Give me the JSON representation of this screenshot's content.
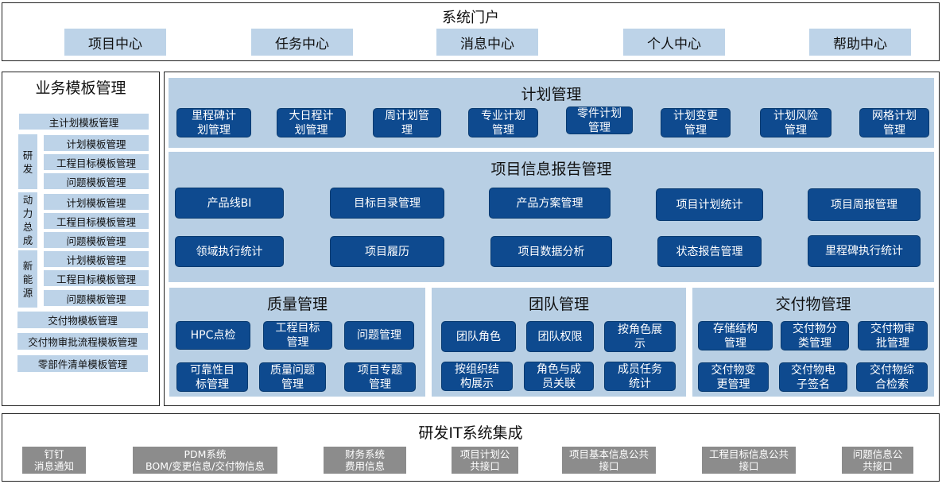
{
  "portal": {
    "title": "系统门户",
    "items": [
      "项目中心",
      "任务中心",
      "消息中心",
      "个人中心",
      "帮助中心"
    ]
  },
  "template_mgmt": {
    "title": "业务模板管理",
    "main_plan": "主计划模板管理",
    "groups": [
      {
        "label": "研\n发",
        "items": [
          "计划模板管理",
          "工程目标模板管理",
          "问题模板管理"
        ]
      },
      {
        "label": "动\n力\n总\n成",
        "items": [
          "计划模板管理",
          "工程目标模板管理",
          "问题模板管理"
        ]
      },
      {
        "label": "新\n能\n源",
        "items": [
          "计划模板管理",
          "工程目标模板管理",
          "问题模板管理"
        ]
      }
    ],
    "bottom": [
      "交付物模板管理",
      "交付物审批流程模板管理",
      "零部件清单模板管理"
    ]
  },
  "plan_mgmt": {
    "title": "计划管理",
    "items": [
      "里程碑计\n划管理",
      "大日程计\n划管理",
      "周计划管\n理",
      "专业计划\n管理",
      "零件计划\n管理",
      "计划变更\n管理",
      "计划风险\n管理",
      "网格计划\n管理"
    ]
  },
  "report_mgmt": {
    "title": "项目信息报告管理",
    "row1": [
      "产品线BI",
      "目标目录管理",
      "产品方案管理",
      "项目计划统计",
      "项目周报管理"
    ],
    "row2": [
      "领域执行统计",
      "项目履历",
      "项目数据分析",
      "状态报告管理",
      "里程碑执行统计"
    ]
  },
  "quality_mgmt": {
    "title": "质量管理",
    "items": [
      "HPC点检",
      "工程目标\n管理",
      "问题管理",
      "可靠性目\n标管理",
      "质量问题\n管理",
      "项目专题\n管理"
    ]
  },
  "team_mgmt": {
    "title": "团队管理",
    "items": [
      "团队角色",
      "团队权限",
      "按角色展\n示",
      "按组织结\n构展示",
      "角色与成\n员关联",
      "成员任务\n统计"
    ]
  },
  "deliverable_mgmt": {
    "title": "交付物管理",
    "items": [
      "存储结构\n管理",
      "交付物分\n类管理",
      "交付物审\n批管理",
      "交付物变\n更管理",
      "交付物电\n子签名",
      "交付物综\n合检索"
    ]
  },
  "it_integration": {
    "title": "研发IT系统集成",
    "items": [
      "钉钉\n消息通知",
      "PDM系统\nBOM/变更信息/交付物信息",
      "财务系统\n费用信息",
      "项目计划公\n共接口",
      "项目基本信息公共\n接口",
      "工程目标信息公共\n接口",
      "问题信息公\n共接口"
    ]
  }
}
